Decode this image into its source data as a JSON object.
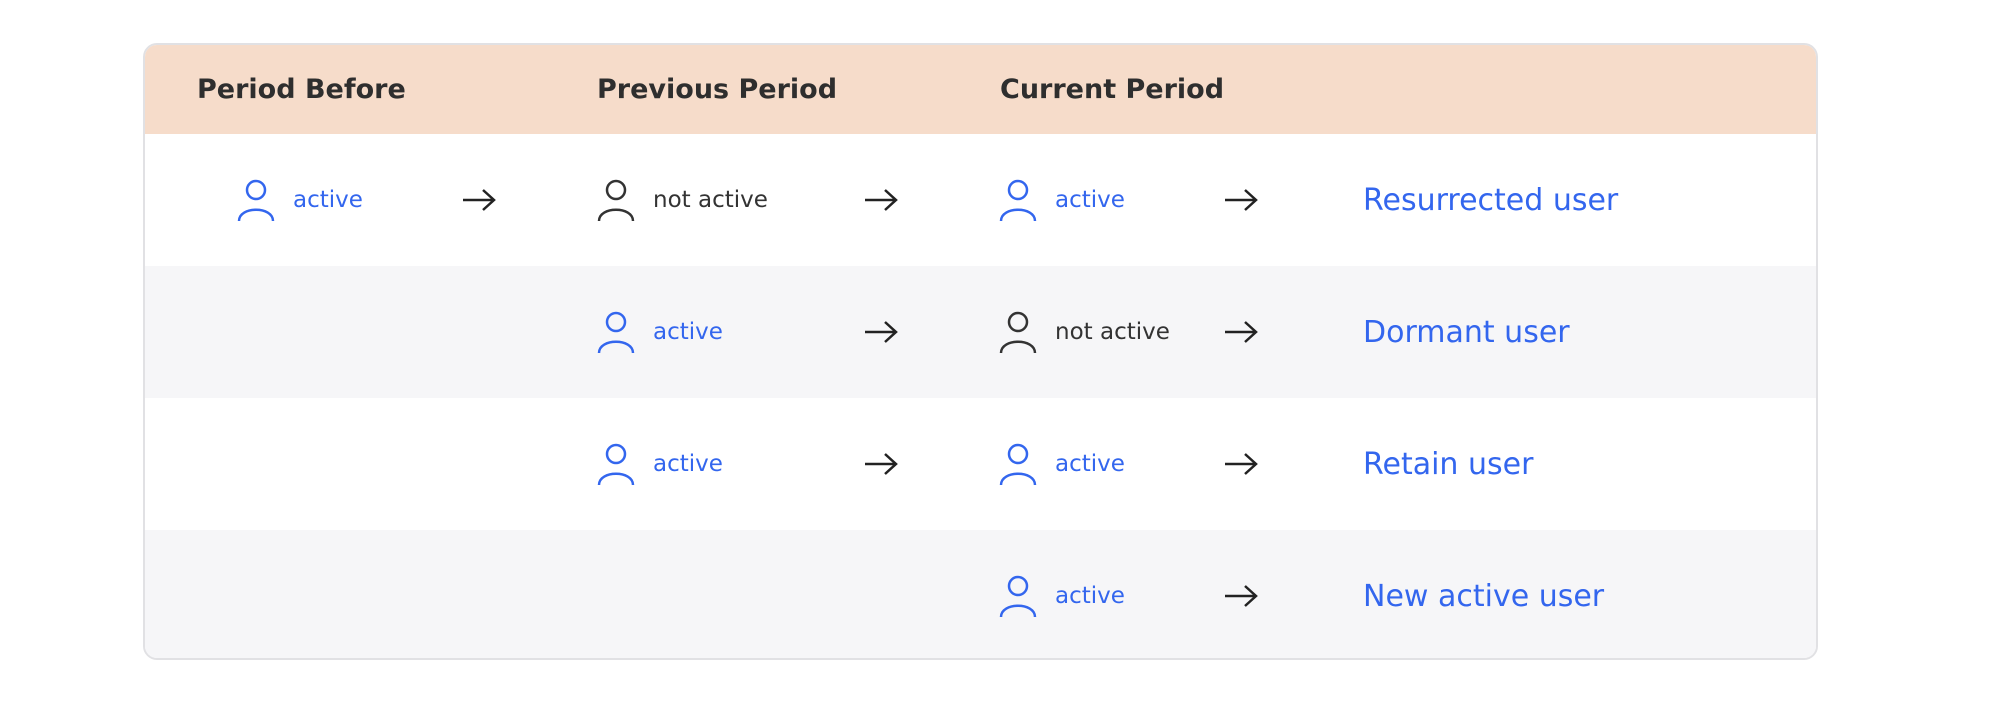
{
  "headers": {
    "period_before": "Period Before",
    "previous_period": "Previous Period",
    "current_period": "Current Period"
  },
  "rows": [
    {
      "period_before": {
        "label": "active",
        "state": "active"
      },
      "previous_period": {
        "label": "not active",
        "state": "inactive"
      },
      "current_period": {
        "label": "active",
        "state": "active"
      },
      "result": "Resurrected user"
    },
    {
      "period_before": null,
      "previous_period": {
        "label": "active",
        "state": "active"
      },
      "current_period": {
        "label": "not active",
        "state": "inactive"
      },
      "result": "Dormant user"
    },
    {
      "period_before": null,
      "previous_period": {
        "label": "active",
        "state": "active"
      },
      "current_period": {
        "label": "active",
        "state": "active"
      },
      "result": "Retain user"
    },
    {
      "period_before": null,
      "previous_period": null,
      "current_period": {
        "label": "active",
        "state": "active"
      },
      "result": "New active user"
    }
  ],
  "icons": {
    "status": "person-icon",
    "transition": "arrow-right-icon"
  },
  "colors": {
    "header_background": "#f6dcca",
    "active": "#3366ee",
    "inactive": "#333333",
    "alternate_row": "#f6f6f8"
  }
}
